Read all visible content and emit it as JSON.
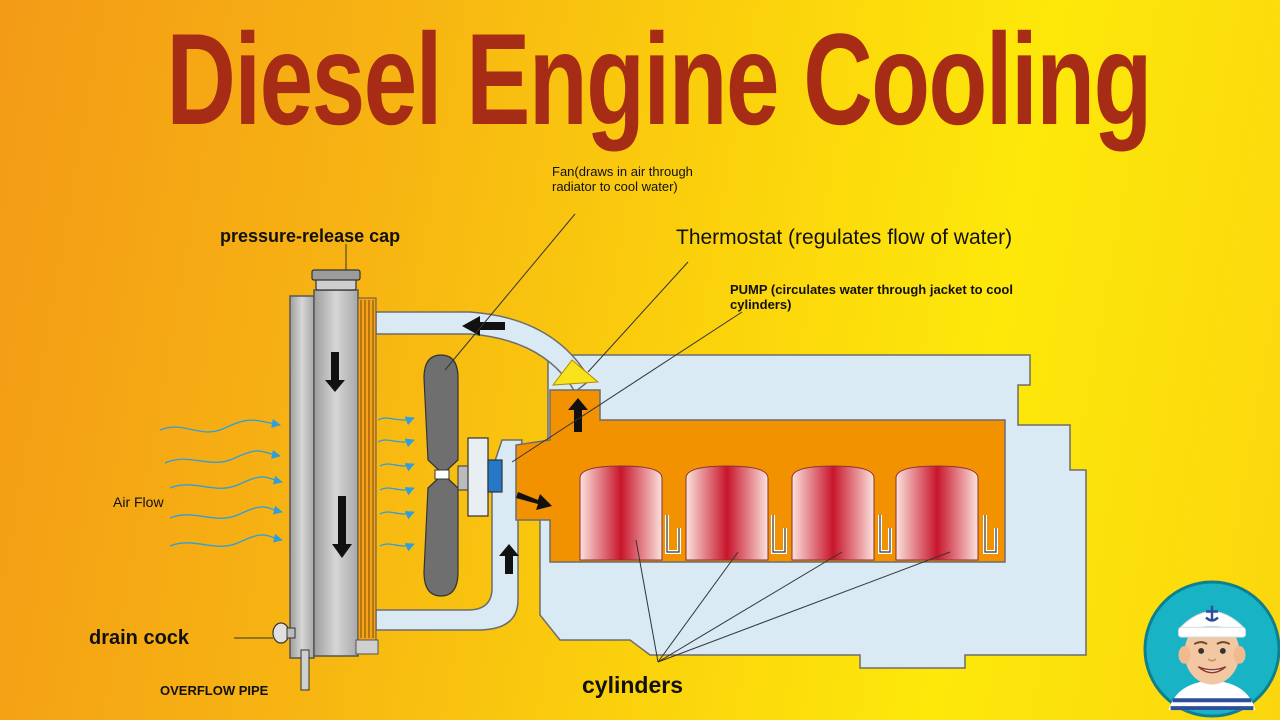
{
  "title": "Diesel Engine Cooling",
  "labels": {
    "fan": "Fan(draws in air through radiator to cool water)",
    "pressure_cap": "pressure-release cap",
    "thermostat": "Thermostat (regulates flow of water)",
    "pump": "PUMP (circulates water through jacket to cool cylinders)",
    "air_flow": "Air Flow",
    "drain_cock": "drain cock",
    "overflow_pipe": "OVERFLOW PIPE",
    "cylinders": "cylinders"
  },
  "colors": {
    "title": "#a62c16",
    "coolant_jacket": "#f39200",
    "engine_block": "#d9eaf4",
    "piston_red": "#c8152c",
    "radiator_frame": "#bdbdbd",
    "radiator_fins": "#f4a31a",
    "air_arrows": "#2e9fdc",
    "pump_blue": "#2578c8"
  },
  "icons": [
    "flow-arrow-icon",
    "air-flow-arrow-icon",
    "sailor-mascot-icon"
  ]
}
